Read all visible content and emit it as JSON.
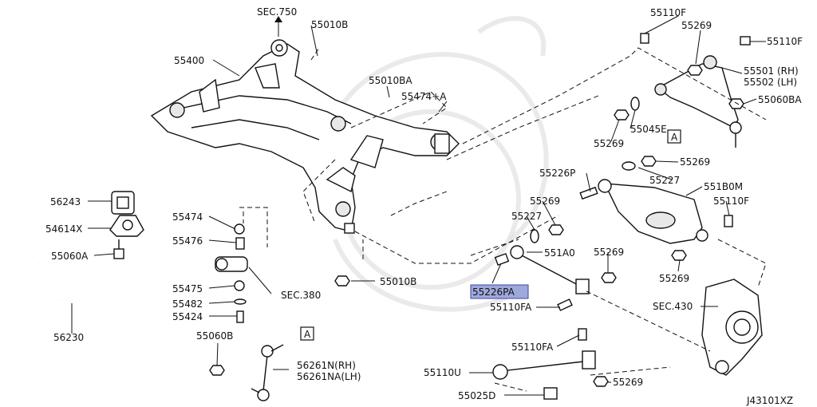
{
  "diagram_id": "J43101XZ",
  "highlight_color": "#9fa8da",
  "labels": {
    "sec750": "SEC.750",
    "p55010B_top": "55010B",
    "p55400": "55400",
    "p55010BA": "55010BA",
    "p55474A": "55474+A",
    "p56243": "56243",
    "p54614X": "54614X",
    "p55060A": "55060A",
    "p55474": "55474",
    "p55476": "55476",
    "p55475": "55475",
    "sec380": "SEC.380",
    "p55482": "55482",
    "p55424": "55424",
    "p56230": "56230",
    "p55060B": "55060B",
    "box_a_left": "A",
    "p56261N": "56261N(RH)",
    "p56261NA": "56261NA(LH)",
    "p55010B_mid": "55010B",
    "p55110F_top": "55110F",
    "p55269_top": "55269",
    "p55110F_right": "55110F",
    "p55501": "55501 (RH)",
    "p55502": "55502 (LH)",
    "p55060BA": "55060BA",
    "p55045E": "55045E",
    "p55269_b": "55269",
    "box_a_right": "A",
    "p55269_c": "55269",
    "p55226P": "55226P",
    "p55227_a": "55227",
    "p551B0M": "551B0M",
    "p55110F_mid": "55110F",
    "p55269_d": "55269",
    "p55227_b": "55227",
    "p551A0": "551A0",
    "p55269_e": "55269",
    "p55269_f": "55269",
    "p55226PA": "55226PA",
    "p55110FA_a": "55110FA",
    "sec430": "SEC.430",
    "p55110FA_b": "55110FA",
    "p55110U": "55110U",
    "p55269_g": "55269",
    "p55025D": "55025D"
  }
}
